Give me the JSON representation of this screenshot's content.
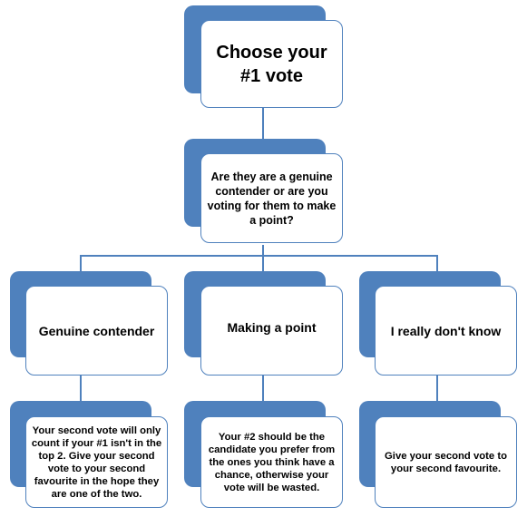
{
  "colors": {
    "accent": "#4f81bd",
    "card_bg": "#ffffff",
    "text": "#000000"
  },
  "nodes": {
    "root": {
      "text": "Choose your #1 vote"
    },
    "question": {
      "text": "Are they are a genuine contender or are you voting for them to make a point?"
    },
    "options": [
      {
        "text": "Genuine contender"
      },
      {
        "text": "Making a point"
      },
      {
        "text": "I really don't know"
      }
    ],
    "advice": [
      {
        "text": "Your second vote will only count if your #1 isn't in the top 2. Give your second vote to your second favourite in the hope they are one of the two."
      },
      {
        "text": "Your #2 should be the candidate you prefer from the ones you think have a chance, otherwise your vote will be wasted."
      },
      {
        "text": "Give your second vote to your second favourite."
      }
    ]
  }
}
